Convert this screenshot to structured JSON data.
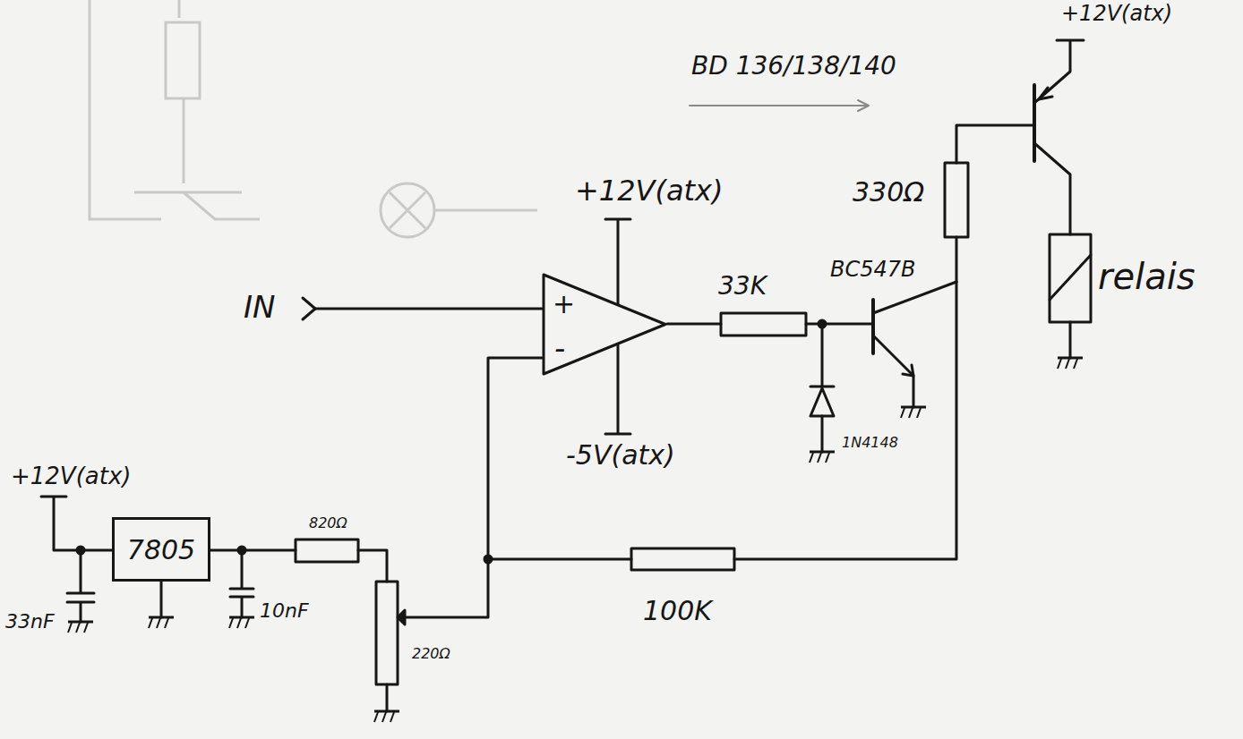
{
  "diagram": {
    "nodes": [
      {
        "text": [
          "+",
          "-"
        ]
      },
      {
        "text": [
          "7805"
        ]
      }
    ],
    "labels": [
      "+12V(atx)",
      "BD 136/138/140",
      "330Ω",
      "+12V(atx)",
      "BC547B",
      "33K",
      "IN",
      "relais",
      "-5V(atx)",
      "1N4148",
      "+12V(atx)",
      "820Ω",
      "33nF",
      "10nF",
      "220Ω",
      "100K"
    ]
  }
}
